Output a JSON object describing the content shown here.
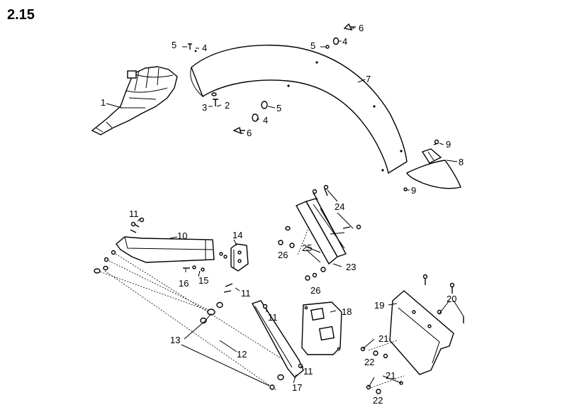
{
  "diagram": {
    "title": "2.15",
    "callouts": {
      "c1": "1",
      "c2": "2",
      "c3": "3",
      "c4a": "4",
      "c4b": "4",
      "c4c": "4",
      "c5a": "5",
      "c5b": "5",
      "c5c": "5",
      "c6a": "6",
      "c6b": "6",
      "c7": "7",
      "c8": "8",
      "c9a": "9",
      "c9b": "9",
      "c10": "10",
      "c11a": "11",
      "c11b": "11",
      "c11c": "11",
      "c11d": "11",
      "c12": "12",
      "c13": "13",
      "c14": "14",
      "c15": "15",
      "c16": "16",
      "c17": "17",
      "c18": "18",
      "c19": "19",
      "c20": "20",
      "c21a": "21",
      "c21b": "21",
      "c22a": "22",
      "c22b": "22",
      "c23": "23",
      "c24": "24",
      "c25": "25",
      "c26a": "26",
      "c26b": "26"
    }
  }
}
